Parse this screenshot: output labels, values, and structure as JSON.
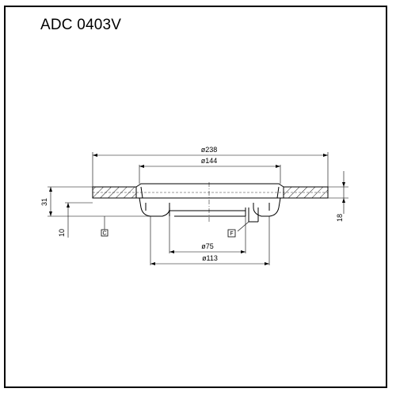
{
  "title": "ADC 0403V",
  "dimensions": {
    "outer_diameter": "ø238",
    "hat_diameter": "ø144",
    "center_bore": "ø75",
    "bolt_circle": "ø113",
    "total_height": "31",
    "offset": "10",
    "disc_thickness": "18"
  },
  "markers": {
    "c": "C",
    "f": "F"
  }
}
